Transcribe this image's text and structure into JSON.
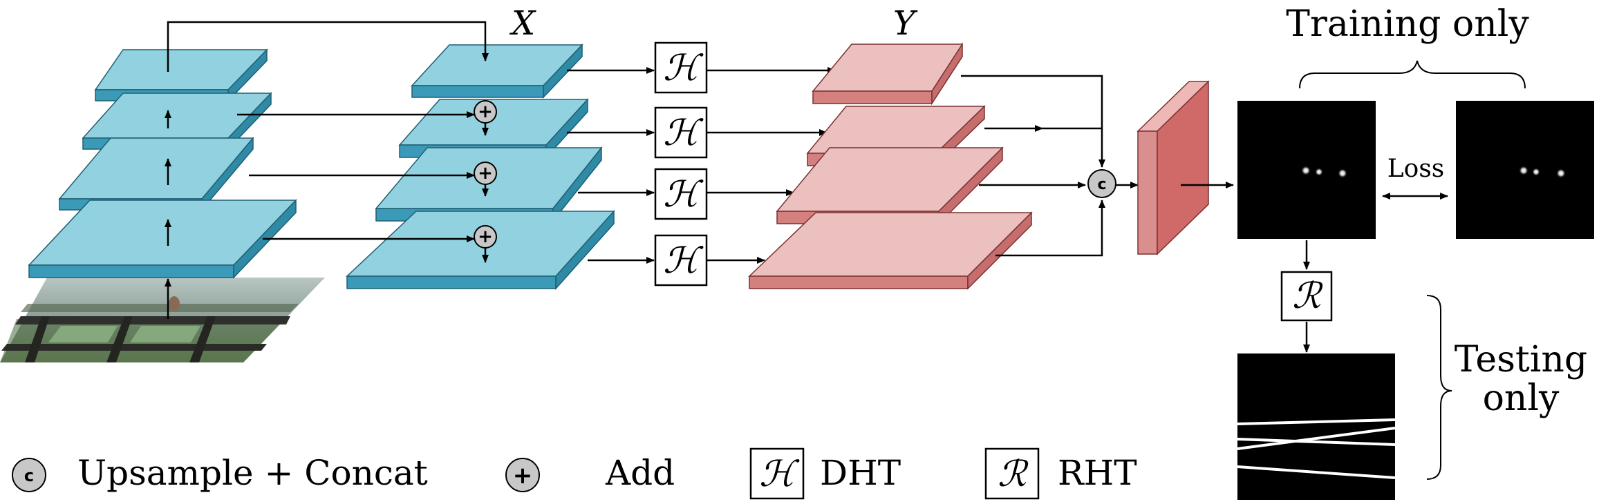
{
  "labels": {
    "x": "X",
    "y": "Y",
    "training_only": "Training only",
    "loss": "Loss",
    "testing_only_1": "Testing",
    "testing_only_2": "only"
  },
  "symbols": {
    "dht": "ℋ",
    "rht": "ℛ",
    "add": "+",
    "concat": "c"
  },
  "legend": {
    "concat_label": "Upsample + Concat",
    "add_label": "Add",
    "dht_label": "DHT",
    "rht_label": "RHT"
  },
  "colors": {
    "blue_top": "#92d1df",
    "blue_side": "#3a9ab7",
    "pink_top": "#edc0c0",
    "pink_side": "#d4807f",
    "pink_box_front": "#d98f8d",
    "pink_box_side": "#cf6a68",
    "node_fill": "#c8c8c8"
  }
}
